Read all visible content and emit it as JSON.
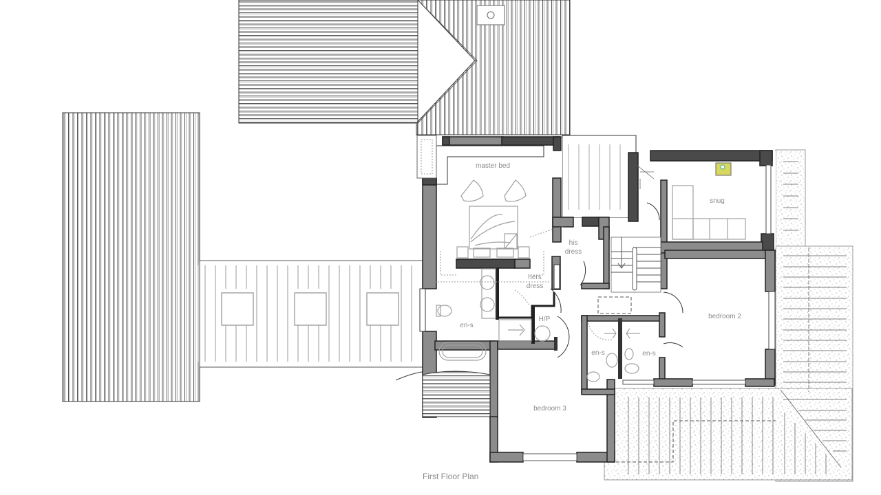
{
  "drawing": {
    "title": "First Floor Plan",
    "rooms": [
      {
        "id": "master-bed",
        "label": "master bed"
      },
      {
        "id": "his-dress",
        "label_line1": "his",
        "label_line2": "dress"
      },
      {
        "id": "hers-dress",
        "label_line1": "hers",
        "label_line2": "dress"
      },
      {
        "id": "en-suite-master",
        "label": "en-s"
      },
      {
        "id": "hot-press",
        "label": "H/P"
      },
      {
        "id": "snug",
        "label": "snug"
      },
      {
        "id": "bedroom-2",
        "label": "bedroom 2"
      },
      {
        "id": "en-suite-1",
        "label": "en-s"
      },
      {
        "id": "en-suite-2",
        "label": "en-s"
      },
      {
        "id": "bedroom-3",
        "label": "bedroom 3"
      }
    ],
    "colors": {
      "wall": "#8c8c8c",
      "wall_dark": "#4a4a4a",
      "label": "#8a8a8a",
      "tv_accent": "#d8d860"
    }
  }
}
